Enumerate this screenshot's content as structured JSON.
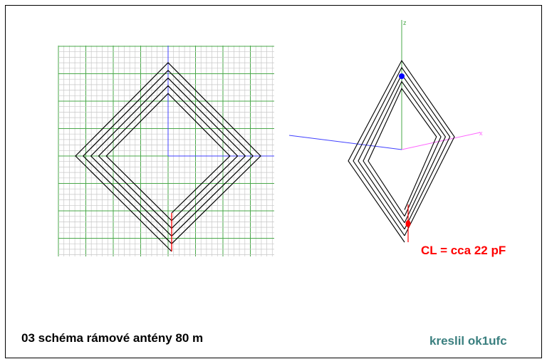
{
  "title": "03 schéma rámové antény 80 m",
  "author": "kreslil ok1ufc",
  "capacitor_note": "CL = cca 22 pF",
  "axis_label_z": "z",
  "axis_label_x": "x",
  "turns": 5,
  "colors": {
    "wire": "#000000",
    "feed": "#ff0000",
    "grid_major": "#4aa84a",
    "grid_minor": "#c8c8c8",
    "axis_blue": "#4040ff",
    "axis_pink": "#ff66ff",
    "axis_z": "#4aa84a",
    "author": "#3a7f7f",
    "current_max": "#0000ff",
    "source": "#ff0000"
  }
}
